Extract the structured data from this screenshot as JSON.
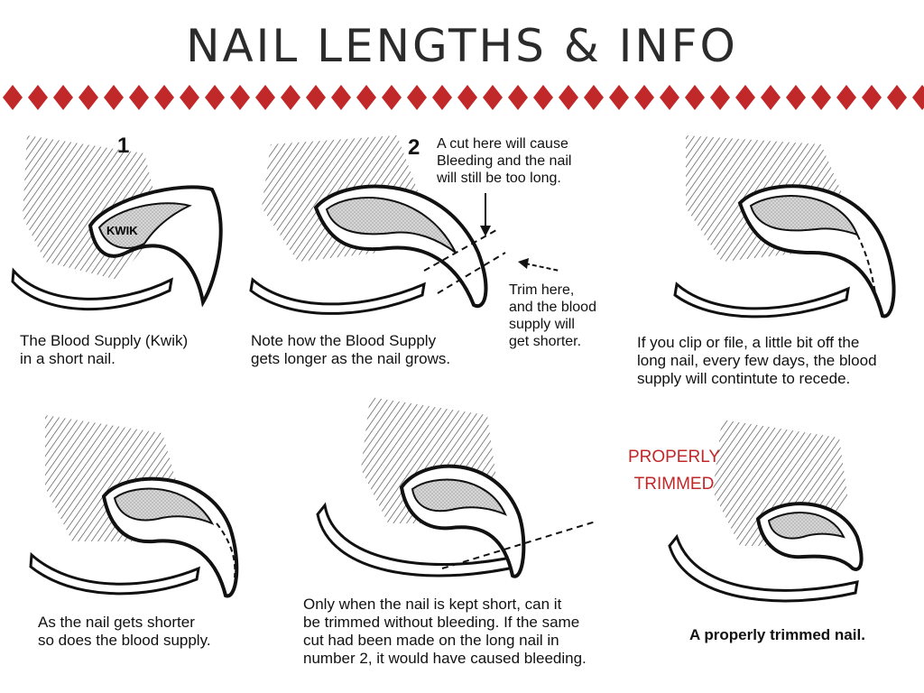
{
  "title": "NAIL LENGTHS & INFO",
  "colors": {
    "accent": "#c0282a",
    "kwik": "#c9c9c9",
    "ink": "#111111"
  },
  "panels": [
    {
      "number": "1",
      "label": "KWIK",
      "caption": [
        "The Blood Supply (Kwik)",
        "in a short nail."
      ]
    },
    {
      "number": "2",
      "caption": [
        "Note how the Blood Supply",
        "gets longer as the nail grows."
      ],
      "callout_top": [
        "A cut here will cause",
        "Bleeding and the nail",
        "will still be too long."
      ],
      "callout_trim": [
        "Trim here,",
        "and the blood",
        "supply will",
        "get shorter."
      ]
    },
    {
      "caption": [
        "If you clip or file, a little bit off the",
        "long nail, every few days, the blood",
        "supply will contintute to recede."
      ]
    },
    {
      "caption": [
        "As the nail gets shorter",
        "so does the blood supply."
      ]
    },
    {
      "caption": [
        "Only when the nail is kept short, can it",
        "be trimmed without bleeding. If the same",
        "cut had been made on the long nail in",
        "number 2, it would have caused bleeding."
      ]
    },
    {
      "heading": [
        "PROPERLY",
        "TRIMMED"
      ],
      "caption": [
        "A properly trimmed nail."
      ]
    }
  ]
}
